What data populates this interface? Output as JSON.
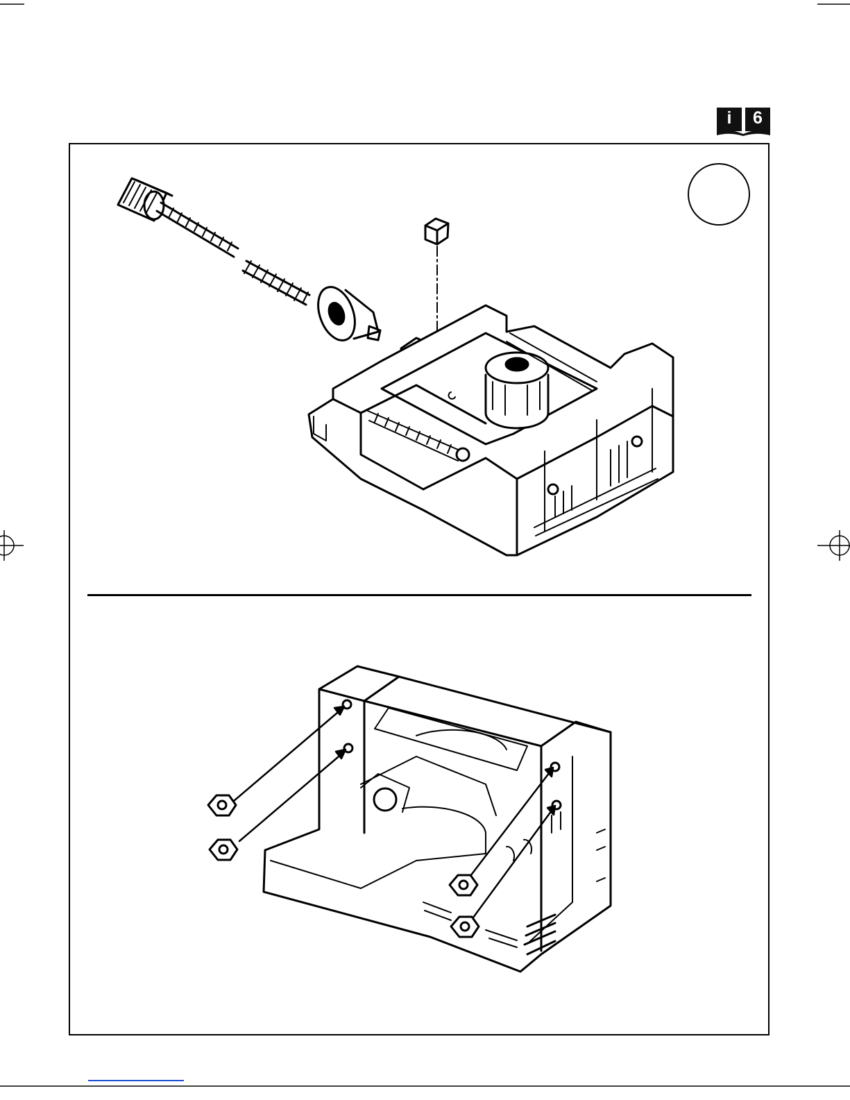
{
  "header": {
    "manual_icon": "info-book-icon",
    "info_letter": "i",
    "chapter_number": "6"
  },
  "panel_top": {
    "step_number": "",
    "figure": "height-adjust-screw-exploded-assembly"
  },
  "panel_bottom": {
    "figure": "base-bracket-mounting-nuts"
  },
  "colors": {
    "ink": "#000000",
    "paper": "#ffffff",
    "footer_link": "#1a4fd1"
  }
}
